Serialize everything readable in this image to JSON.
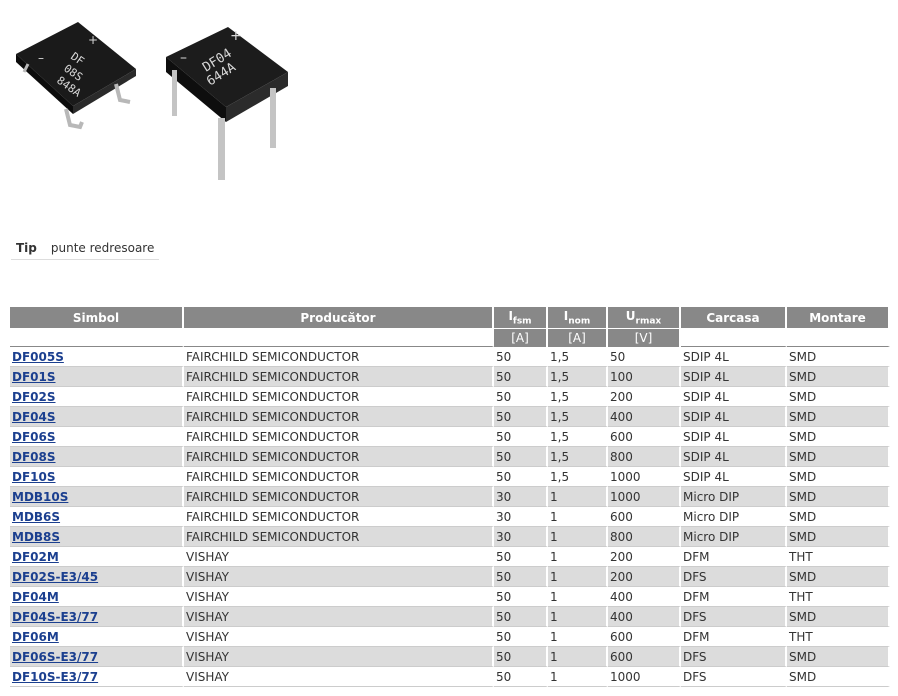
{
  "images": [
    {
      "name": "bridge-rectifier-smd-photo",
      "label_lines": [
        "DF",
        "08S",
        "848A"
      ]
    },
    {
      "name": "bridge-rectifier-dip-photo",
      "label_lines": [
        "DF04",
        "644A"
      ]
    }
  ],
  "tip": {
    "label": "Tip",
    "value": "punte redresoare"
  },
  "table": {
    "headers": {
      "simbol": "Simbol",
      "producator": "Producător",
      "ifsm_main": "I",
      "ifsm_sub": "fsm",
      "inom_main": "I",
      "inom_sub": "nom",
      "urmax_main": "U",
      "urmax_sub": "rmax",
      "carcasa": "Carcasa",
      "montare": "Montare"
    },
    "units": {
      "ifsm": "[A]",
      "inom": "[A]",
      "urmax": "[V]"
    },
    "rows": [
      {
        "simbol": "DF005S",
        "producator": "FAIRCHILD SEMICONDUCTOR",
        "ifsm": "50",
        "inom": "1,5",
        "urmax": "50",
        "carcasa": "SDIP 4L",
        "montare": "SMD"
      },
      {
        "simbol": "DF01S",
        "producator": "FAIRCHILD SEMICONDUCTOR",
        "ifsm": "50",
        "inom": "1,5",
        "urmax": "100",
        "carcasa": "SDIP 4L",
        "montare": "SMD"
      },
      {
        "simbol": "DF02S",
        "producator": "FAIRCHILD SEMICONDUCTOR",
        "ifsm": "50",
        "inom": "1,5",
        "urmax": "200",
        "carcasa": "SDIP 4L",
        "montare": "SMD"
      },
      {
        "simbol": "DF04S",
        "producator": "FAIRCHILD SEMICONDUCTOR",
        "ifsm": "50",
        "inom": "1,5",
        "urmax": "400",
        "carcasa": "SDIP 4L",
        "montare": "SMD"
      },
      {
        "simbol": "DF06S",
        "producator": "FAIRCHILD SEMICONDUCTOR",
        "ifsm": "50",
        "inom": "1,5",
        "urmax": "600",
        "carcasa": "SDIP 4L",
        "montare": "SMD"
      },
      {
        "simbol": "DF08S",
        "producator": "FAIRCHILD SEMICONDUCTOR",
        "ifsm": "50",
        "inom": "1,5",
        "urmax": "800",
        "carcasa": "SDIP 4L",
        "montare": "SMD"
      },
      {
        "simbol": "DF10S",
        "producator": "FAIRCHILD SEMICONDUCTOR",
        "ifsm": "50",
        "inom": "1,5",
        "urmax": "1000",
        "carcasa": "SDIP 4L",
        "montare": "SMD"
      },
      {
        "simbol": "MDB10S",
        "producator": "FAIRCHILD SEMICONDUCTOR",
        "ifsm": "30",
        "inom": "1",
        "urmax": "1000",
        "carcasa": "Micro DIP",
        "montare": "SMD"
      },
      {
        "simbol": "MDB6S",
        "producator": "FAIRCHILD SEMICONDUCTOR",
        "ifsm": "30",
        "inom": "1",
        "urmax": "600",
        "carcasa": "Micro DIP",
        "montare": "SMD"
      },
      {
        "simbol": "MDB8S",
        "producator": "FAIRCHILD SEMICONDUCTOR",
        "ifsm": "30",
        "inom": "1",
        "urmax": "800",
        "carcasa": "Micro DIP",
        "montare": "SMD"
      },
      {
        "simbol": "DF02M",
        "producator": "VISHAY",
        "ifsm": "50",
        "inom": "1",
        "urmax": "200",
        "carcasa": "DFM",
        "montare": "THT"
      },
      {
        "simbol": "DF02S-E3/45",
        "producator": "VISHAY",
        "ifsm": "50",
        "inom": "1",
        "urmax": "200",
        "carcasa": "DFS",
        "montare": "SMD"
      },
      {
        "simbol": "DF04M",
        "producator": "VISHAY",
        "ifsm": "50",
        "inom": "1",
        "urmax": "400",
        "carcasa": "DFM",
        "montare": "THT"
      },
      {
        "simbol": "DF04S-E3/77",
        "producator": "VISHAY",
        "ifsm": "50",
        "inom": "1",
        "urmax": "400",
        "carcasa": "DFS",
        "montare": "SMD"
      },
      {
        "simbol": "DF06M",
        "producator": "VISHAY",
        "ifsm": "50",
        "inom": "1",
        "urmax": "600",
        "carcasa": "DFM",
        "montare": "THT"
      },
      {
        "simbol": "DF06S-E3/77",
        "producator": "VISHAY",
        "ifsm": "50",
        "inom": "1",
        "urmax": "600",
        "carcasa": "DFS",
        "montare": "SMD"
      },
      {
        "simbol": "DF10S-E3/77",
        "producator": "VISHAY",
        "ifsm": "50",
        "inom": "1",
        "urmax": "1000",
        "carcasa": "DFS",
        "montare": "SMD"
      }
    ]
  }
}
